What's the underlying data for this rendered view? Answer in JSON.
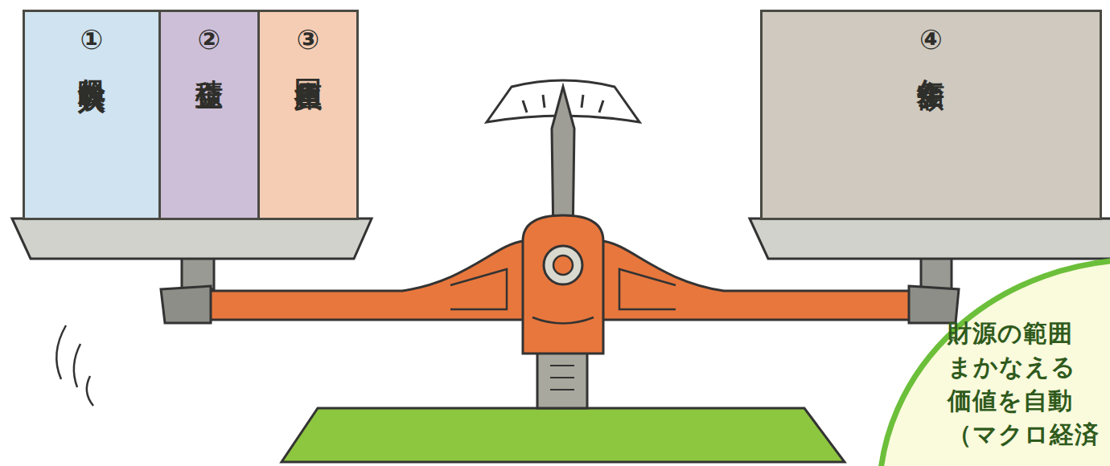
{
  "diagram": {
    "nodes": [
      {
        "text": [
          "①",
          "保険料収入"
        ]
      },
      {
        "text": [
          "②",
          "積立金"
        ]
      },
      {
        "text": [
          "③",
          "国庫負担"
        ]
      },
      {
        "text": [
          "④",
          "年金額"
        ]
      },
      {
        "text": [
          "財源の範囲 まかなえる 価値を自動 （マクロ経済"
        ]
      }
    ]
  }
}
